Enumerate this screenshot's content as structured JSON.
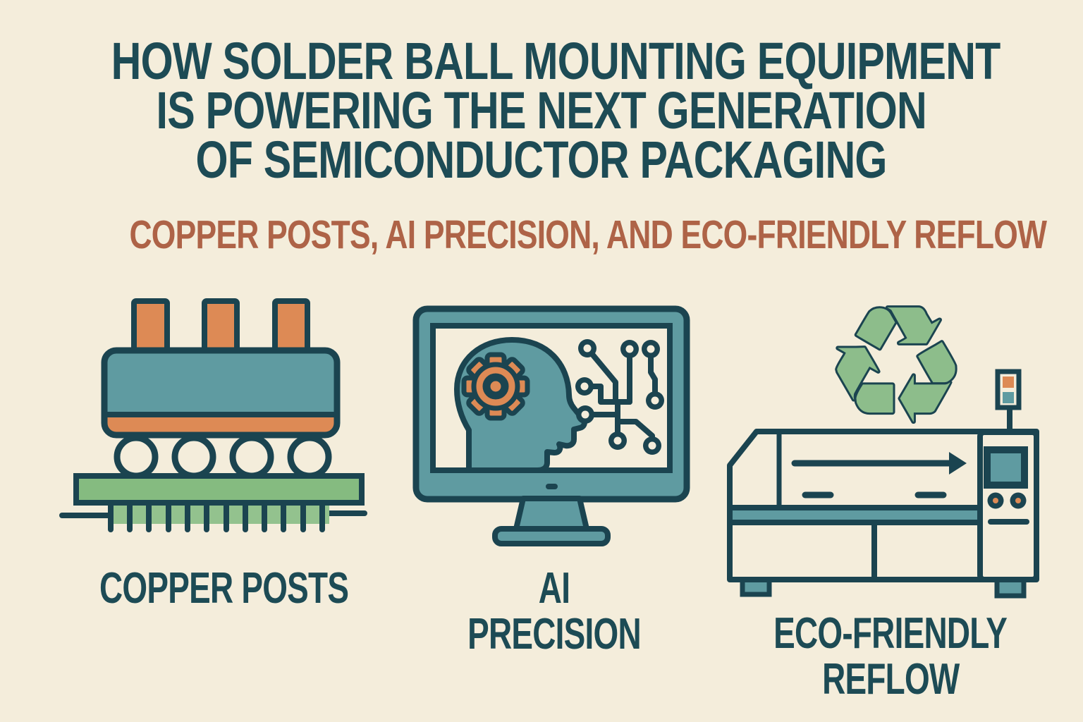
{
  "page": {
    "background": "#F4EDDB"
  },
  "title": {
    "color": "#1D4B55",
    "lines": [
      "HOW SOLDER BALL MOUNTING EQUIPMENT",
      "IS POWERING THE NEXT GENERATION",
      "OF SEMICONDUCTOR PACKAGING"
    ]
  },
  "subtitle": {
    "color": "#AE6347",
    "text": "COPPER POSTS, AI PRECISION, AND ECO-FRIENDLY REFLOW"
  },
  "sections": [
    {
      "id": "copper-posts",
      "icon": "copper-posts-machine-icon",
      "label": "COPPER POSTS",
      "label_lines": [
        "COPPER POSTS"
      ]
    },
    {
      "id": "ai-precision",
      "icon": "ai-monitor-icon",
      "label": "AI PRECISION",
      "label_lines": [
        "AI",
        "PRECISION"
      ]
    },
    {
      "id": "eco-friendly-reflow",
      "icon": "eco-reflow-oven-icon",
      "label": "ECO-FRIENDLY REFLOW",
      "label_lines": [
        "ECO-FRIENDLY",
        "REFLOW"
      ]
    }
  ],
  "icons": {
    "recycle_glyph": "♻"
  },
  "palette": {
    "outline": "#1B4450",
    "teal": "#5F9BA1",
    "orange": "#DD8A55",
    "recycle_green": "#8DBD8B",
    "board_green": "#85BB80",
    "board_green_light": "#93C28E",
    "cream": "#F4EDDB",
    "title_text": "#1D4B55",
    "subtitle_text": "#AE6347"
  }
}
